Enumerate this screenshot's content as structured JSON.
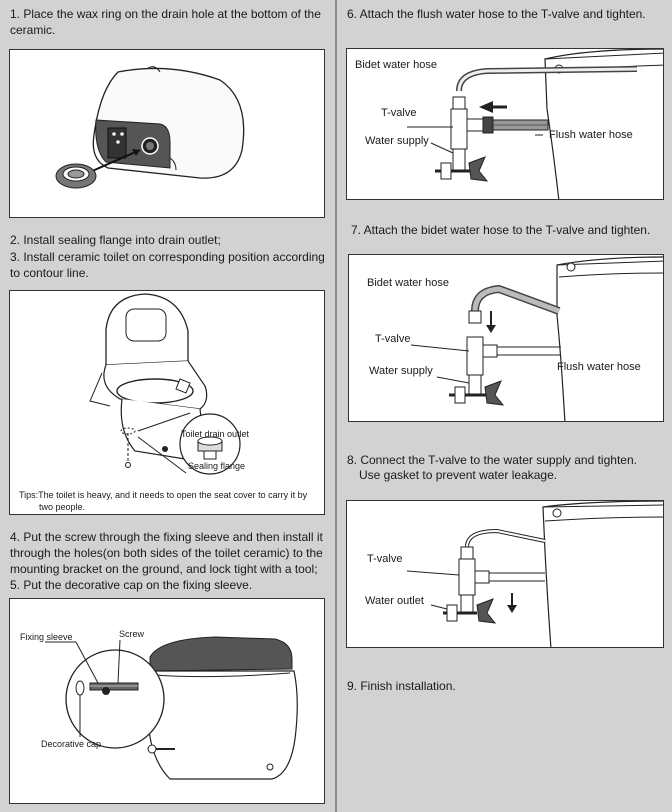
{
  "steps": {
    "s1": "1. Place the wax ring on the drain hole at the bottom of the ceramic.",
    "s2": "2. Install sealing flange into drain outlet;",
    "s3": "3. Install ceramic toilet on corresponding position according to contour line.",
    "s4": "4. Put the screw through the fixing sleeve and then install it through the holes(on both sides of the toilet ceramic) to the mounting bracket on the ground, and lock tight with a tool;",
    "s5": "5. Put the decorative cap on the fixing sleeve.",
    "s6": "6. Attach the flush water hose to the T-valve and tighten.",
    "s7": "7. Attach the bidet water hose to the T-valve and tighten.",
    "s8a": "8. Connect the T-valve to the water supply and tighten.",
    "s8b": "Use gasket to prevent water leakage.",
    "s9": "9. Finish installation."
  },
  "tips": {
    "line1": "Tips:The toilet is heavy, and it needs to open the seat cover to carry it by",
    "line2": "two people."
  },
  "labels": {
    "toilet_drain_outlet": "Toilet drain outlet",
    "sealing_flange": "Sealing flange",
    "fixing_sleeve": "Fixing sleeve",
    "screw": "Screw",
    "decorative_cap": "Decorative cap",
    "bidet_water_hose": "Bidet water hose",
    "t_valve": "T-valve",
    "water_supply": "Water supply",
    "flush_water_hose": "Flush water hose",
    "water_outlet": "Water outlet"
  }
}
